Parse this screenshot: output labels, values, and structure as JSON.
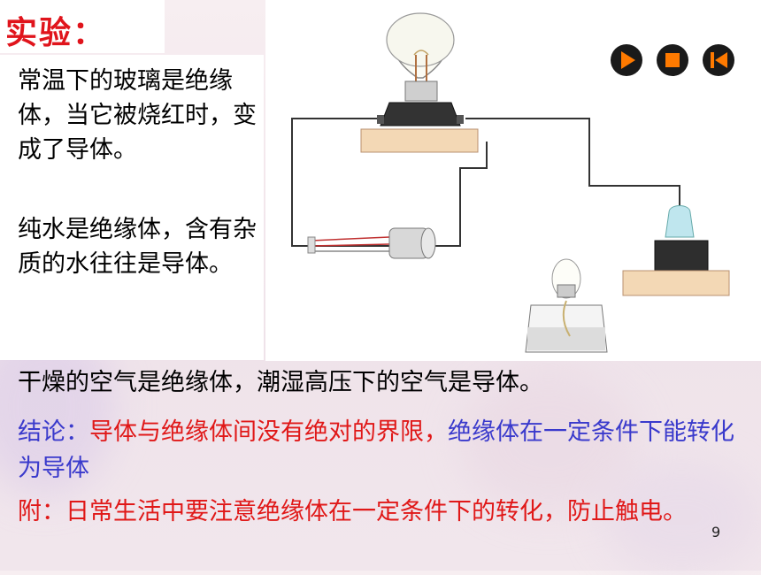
{
  "slide": {
    "title": "实验：",
    "paragraph1": "常温下的玻璃是绝缘体，当它被烧红时，变成了导体。",
    "paragraph2": "纯水是绝缘体，含有杂质的水往往是导体。",
    "paragraph3": "干燥的空气是绝缘体，潮湿高压下的空气是导体。",
    "conclusion_label": "结论：",
    "conclusion_red": "导体与绝缘体间没有绝对的界限，",
    "conclusion_rest": "绝缘体在一定条件下能转化为导体",
    "addendum": "附：日常生活中要注意绝缘体在一定条件下的转化，防止触电。",
    "page_number": "9"
  },
  "controls": {
    "play": "play-icon",
    "stop": "stop-icon",
    "rewind": "rewind-icon"
  },
  "colors": {
    "title": "#e0141c",
    "conclusion": "#3a3acc",
    "emphasis": "#e01818",
    "control_bg": "#1a1a1a",
    "control_glyph": "#ff7a00"
  }
}
